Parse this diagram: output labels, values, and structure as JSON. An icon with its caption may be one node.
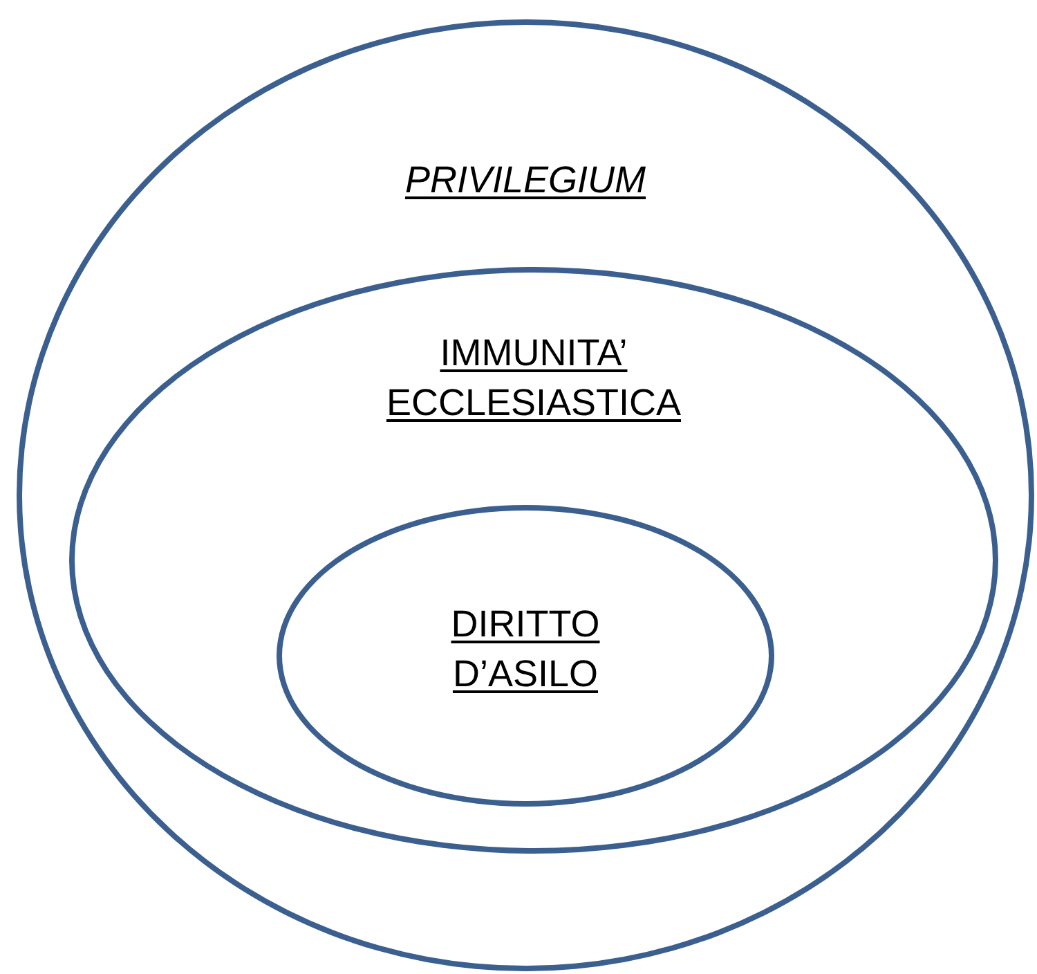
{
  "diagram": {
    "nodes": [
      {
        "text": [
          "PRIVILEGIUM"
        ]
      },
      {
        "text": [
          "IMMUNITA’ ECCLESIASTICA"
        ],
        "in": 0
      },
      {
        "text": [
          "DIRITTO D’ASILO"
        ],
        "in": 1
      }
    ]
  }
}
